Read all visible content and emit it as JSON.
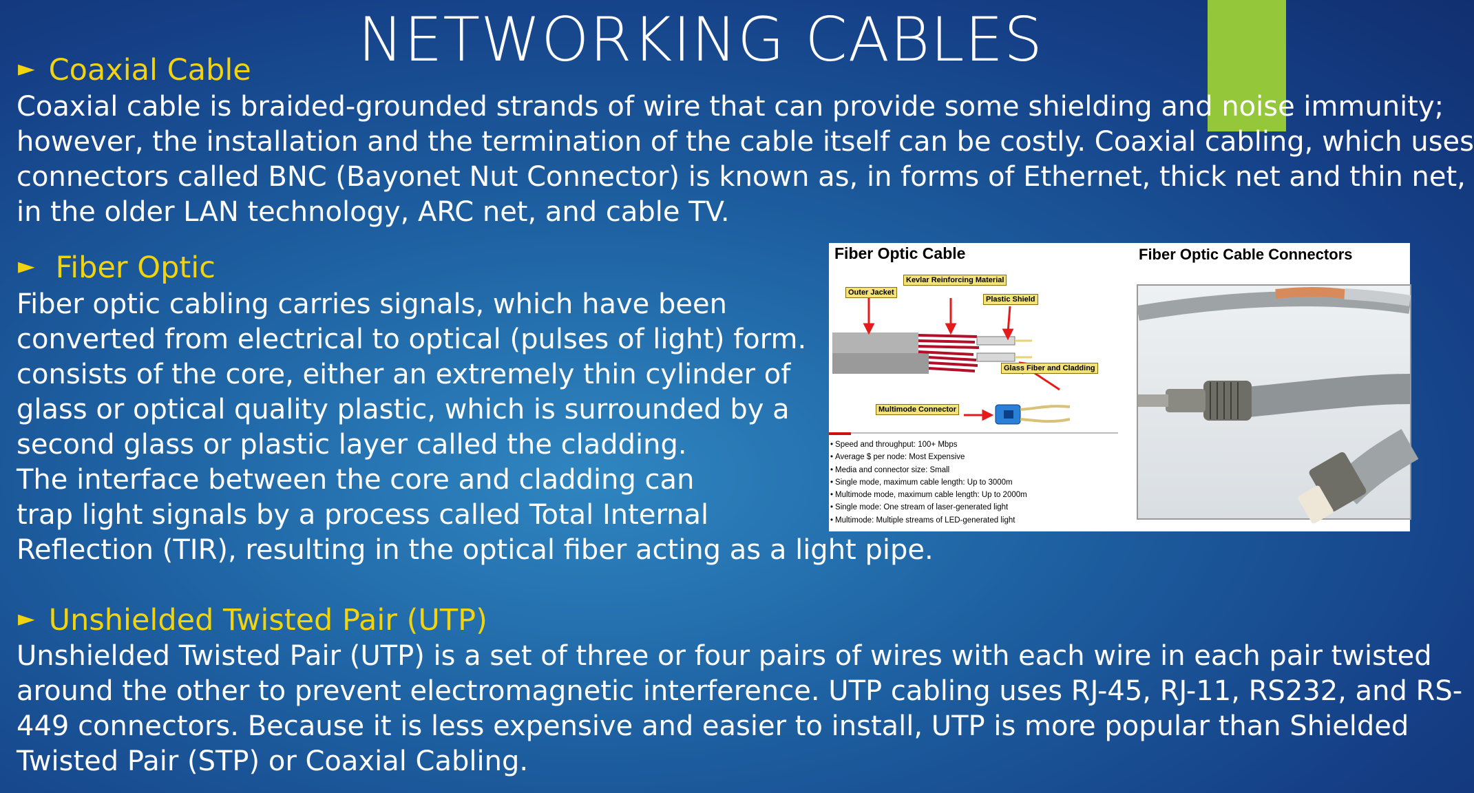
{
  "slide": {
    "title": "NETWORKING CABLES",
    "accent_color": "#94c83a",
    "heading_color": "#f2d30f"
  },
  "sections": [
    {
      "heading": "Coaxial Cable",
      "lines": [
        "Coaxial cable is braided-grounded strands of wire that can provide some shielding and noise immunity;",
        "however, the installation and the termination of the cable itself can be costly. Coaxial cabling, which uses",
        "connectors called BNC (Bayonet Nut Connector) is known as, in forms of Ethernet, thick net and thin net,",
        "in the older LAN technology, ARC net, and cable TV."
      ]
    },
    {
      "heading": "Fiber Optic",
      "lines": [
        "Fiber optic cabling carries signals, which have been",
        "converted from electrical to optical (pulses of light) form.",
        "consists of the core, either an extremely thin cylinder of",
        "glass or optical quality plastic, which is surrounded by a",
        "second glass or plastic layer called the cladding.",
        "The interface between the core and cladding can",
        "trap light signals by a process called Total Internal",
        "Reflection (TIR), resulting in the optical fiber acting as a light pipe."
      ]
    },
    {
      "heading": "Unshielded Twisted Pair (UTP)",
      "lines": [
        " Unshielded Twisted Pair (UTP) is a set of three or four pairs of wires with each wire in each pair twisted",
        "around the other to prevent electromagnetic interference. UTP cabling uses RJ-45, RJ-11, RS232, and RS-",
        "449 connectors. Because it is less expensive and easier to install, UTP is more popular than Shielded",
        "Twisted Pair (STP) or Coaxial Cabling."
      ]
    }
  ],
  "figure": {
    "left_title": "Fiber Optic Cable",
    "right_title": "Fiber Optic Cable Connectors",
    "labels": {
      "outer_jacket": "Outer Jacket",
      "kevlar": "Kevlar Reinforcing Material",
      "plastic_shield": "Plastic Shield",
      "glass_fiber": "Glass Fiber and Cladding",
      "multimode_connector": "Multimode Connector"
    },
    "specs": [
      "Speed and throughput:  100+ Mbps",
      "Average $ per node:  Most Expensive",
      "Media and connector size:  Small",
      "Single mode, maximum cable length:  Up to 3000m",
      "Multimode mode, maximum cable length:  Up to 2000m",
      "Single mode:  One stream of laser-generated light",
      "Multimode:  Multiple streams of LED-generated light"
    ]
  }
}
